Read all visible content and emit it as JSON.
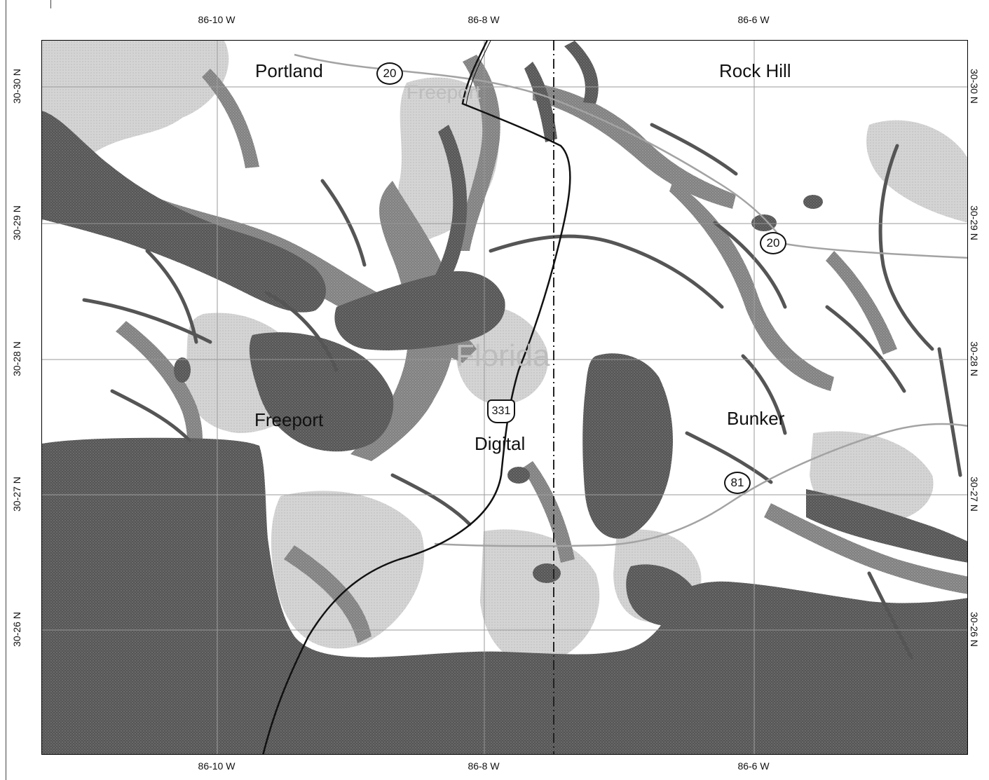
{
  "colors": {
    "water": "#5d5d5d",
    "wetland": "#8a8a8a",
    "light": "#d8d8d8",
    "upland": "#ffffff",
    "road": "#111111",
    "highway": "#9a9a9a"
  },
  "axes": {
    "top": [
      "86-10 W",
      "86-8 W",
      "86-6 W"
    ],
    "bottom": [
      "86-10 W",
      "86-8 W",
      "86-6 W"
    ],
    "left": [
      "30-30 N",
      "30-29 N",
      "30-28 N",
      "30-27 N",
      "30-26 N"
    ],
    "right": [
      "30-30 N",
      "30-29 N",
      "30-28 N",
      "30-27 N",
      "30-26 N"
    ]
  },
  "places": {
    "portland": "Portland",
    "rock_hill": "Rock Hill",
    "freeport": "Freeport",
    "digital": "Digital",
    "bunker": "Bunker"
  },
  "faint_labels": {
    "freeport_town": "Freeport",
    "florida": "Florida"
  },
  "shields": {
    "sr20_west": "20",
    "sr20_east": "20",
    "us331": "331",
    "sr81": "81"
  }
}
